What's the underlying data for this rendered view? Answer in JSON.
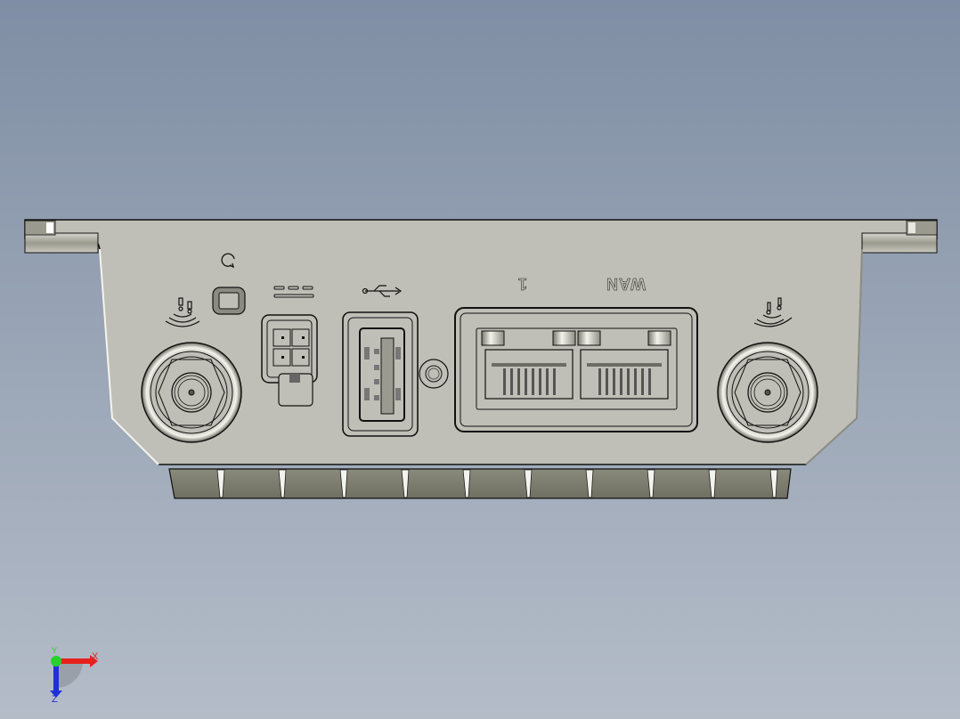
{
  "viewport": {
    "background_top": "#7f8ea4",
    "background_bottom": "#b4bcc8",
    "model_color": "#c0bfb7",
    "fin_color": "#7d7d6f"
  },
  "model": {
    "name": "router-rear-panel",
    "ports": [
      {
        "id": "antenna-left",
        "icon": "antenna-icon"
      },
      {
        "id": "reset-button",
        "icon": "reset-icon"
      },
      {
        "id": "dc-power",
        "icon": "dc-power-icon"
      },
      {
        "id": "usb-port",
        "icon": "usb-icon"
      },
      {
        "id": "ground-screw",
        "icon": "screw-icon"
      },
      {
        "id": "lan-1",
        "label": "1"
      },
      {
        "id": "wan",
        "label": "WAN"
      },
      {
        "id": "antenna-right",
        "icon": "antenna-icon"
      }
    ],
    "labels": {
      "lan": "1",
      "wan": "WAN"
    },
    "fin_count": 10
  },
  "triad": {
    "x_label": "X",
    "y_label": "Y",
    "z_label": "Z",
    "x_color": "#e8201c",
    "y_color": "#27d12a",
    "z_color": "#1f30d8"
  }
}
